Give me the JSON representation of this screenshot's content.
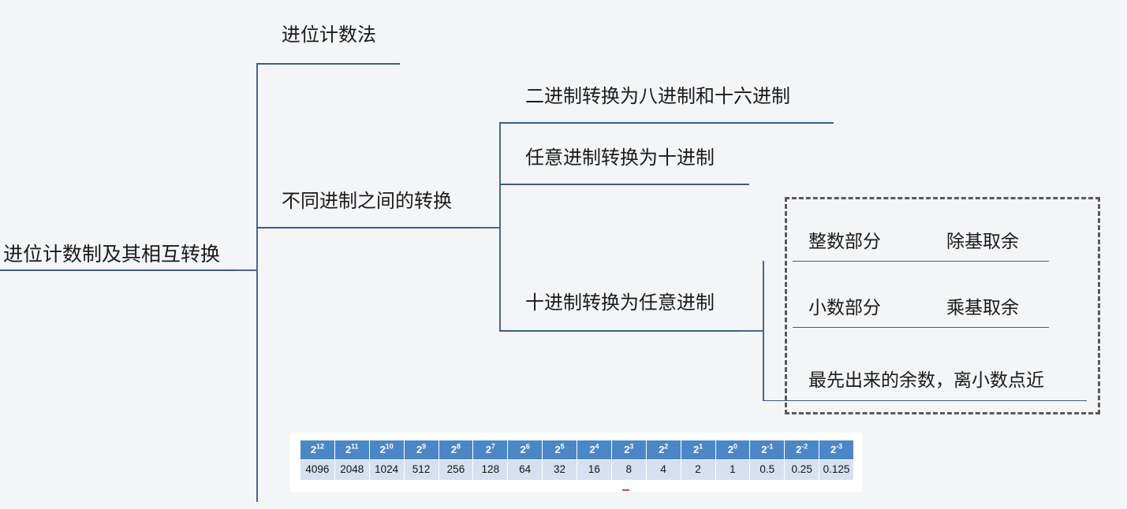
{
  "diagram": {
    "type": "mind-map",
    "root": {
      "label": "进位计数制及其相互转换"
    },
    "level1": [
      {
        "label": "进位计数法"
      },
      {
        "label": "不同进制之间的转换"
      }
    ],
    "level2": [
      {
        "label": "二进制转换为八进制和十六进制"
      },
      {
        "label": "任意进制转换为十进制"
      },
      {
        "label": "十进制转换为任意进制"
      }
    ],
    "level3": [
      {
        "part": "整数部分",
        "rule": "除基取余"
      },
      {
        "part": "小数部分",
        "rule": "乘基取余"
      },
      {
        "note": "最先出来的余数，离小数点近"
      }
    ],
    "colors": {
      "connector": "#4a6596",
      "underline": "#3e5a8e",
      "dashed_border": "#5a5a5a",
      "table_header_bg": "#4a87c8",
      "table_cell_bg": "#d6e0f0",
      "canvas_bg": "#f4f5f7",
      "tick_mark": "#c0504d"
    }
  },
  "table": {
    "headers": [
      "2¹²",
      "2¹¹",
      "2¹⁰",
      "2⁹",
      "2⁸",
      "2⁷",
      "2⁶",
      "2⁵",
      "2⁴",
      "2³",
      "2²",
      "2¹",
      "2⁰",
      "2⁻¹",
      "2⁻²",
      "2⁻³"
    ],
    "header_base": "2",
    "header_exponents": [
      "12",
      "11",
      "10",
      "9",
      "8",
      "7",
      "6",
      "5",
      "4",
      "3",
      "2",
      "1",
      "0",
      "-1",
      "-2",
      "-3"
    ],
    "values": [
      "4096",
      "2048",
      "1024",
      "512",
      "256",
      "128",
      "64",
      "32",
      "16",
      "8",
      "4",
      "2",
      "1",
      "0.5",
      "0.25",
      "0.125"
    ]
  }
}
